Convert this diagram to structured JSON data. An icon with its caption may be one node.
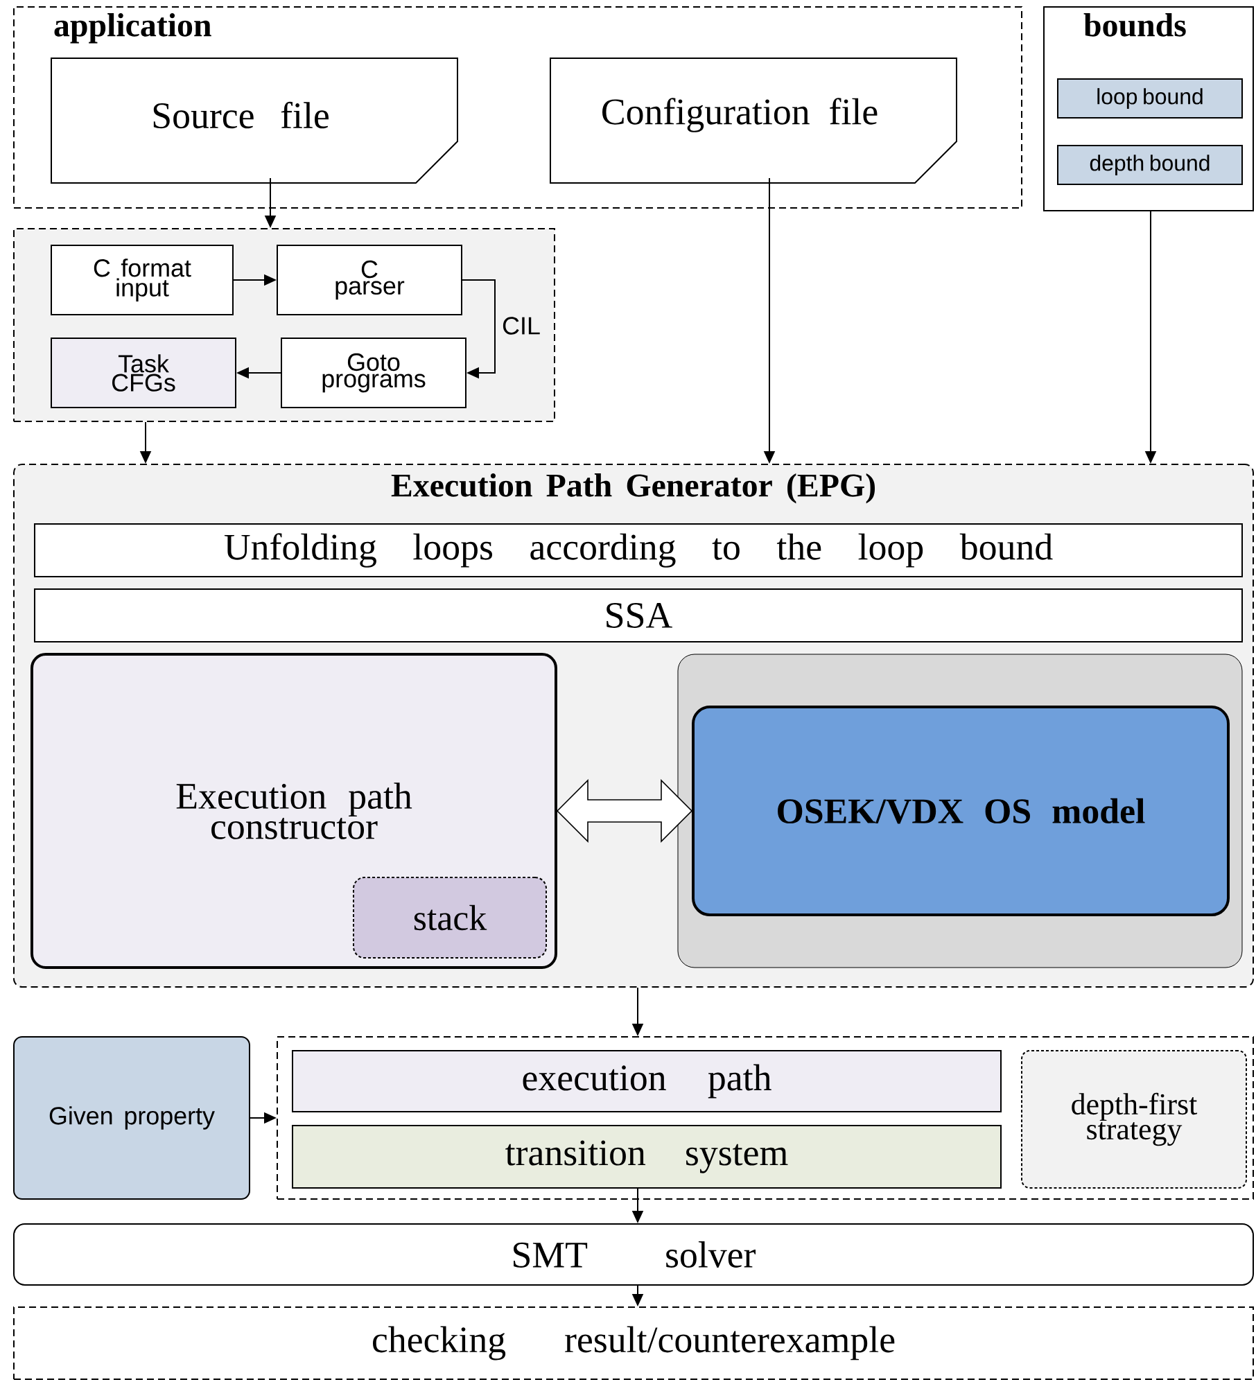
{
  "diagram": {
    "nodes": [
      {
        "text": [
          "application"
        ]
      },
      {
        "text": [
          "Source file"
        ],
        "in": 0
      },
      {
        "text": [
          "Configuration file"
        ],
        "in": 0
      },
      {
        "text": [
          "bounds"
        ]
      },
      {
        "text": [
          "loop bound"
        ],
        "in": 3
      },
      {
        "text": [
          "depth bound"
        ],
        "in": 3
      },
      {
        "text": [],
        "shape": "box"
      },
      {
        "text": [
          "C format input"
        ],
        "in": 6
      },
      {
        "text": [
          "C parser"
        ],
        "in": 6
      },
      {
        "text": [
          "Task CFGs"
        ],
        "in": 6
      },
      {
        "text": [
          "Goto programs"
        ],
        "in": 6
      },
      {
        "text": [
          "Execution Path Generator (EPG)"
        ]
      },
      {
        "text": [
          "Unfolding loops according to the loop bound"
        ],
        "in": 11
      },
      {
        "text": [
          "SSA"
        ],
        "in": 11
      },
      {
        "text": [
          "Execution path constructor"
        ],
        "in": 11
      },
      {
        "text": [
          "stack"
        ],
        "in": 14
      },
      {
        "text": [],
        "shape": "box",
        "in": 11
      },
      {
        "text": [
          "OSEK/VDX OS model"
        ],
        "in": 16
      },
      {
        "text": [
          "Given property"
        ]
      },
      {
        "text": [],
        "shape": "box"
      },
      {
        "text": [
          "execution path"
        ],
        "in": 19
      },
      {
        "text": [
          "transition system"
        ],
        "in": 19
      },
      {
        "text": [
          "depth-first strategy"
        ],
        "in": 19
      },
      {
        "text": [
          "SMT solver"
        ]
      },
      {
        "text": [
          "checking result/counterexample"
        ]
      }
    ],
    "edges": [
      {
        "from": 1,
        "to": 6,
        "arrow": "to"
      },
      {
        "from": 7,
        "to": 8,
        "arrow": "to"
      },
      {
        "from": 8,
        "to": 10,
        "arrow": "to",
        "label": "CIL"
      },
      {
        "from": 10,
        "to": 9,
        "arrow": "to"
      },
      {
        "from": 6,
        "to": 11,
        "arrow": "to"
      },
      {
        "from": 2,
        "to": 11,
        "arrow": "to"
      },
      {
        "from": 3,
        "to": 11,
        "arrow": "to"
      },
      {
        "from": 14,
        "to": 17,
        "arrow": "both"
      },
      {
        "from": 11,
        "to": 19,
        "arrow": "to"
      },
      {
        "from": 18,
        "to": 19,
        "arrow": "to"
      },
      {
        "from": 21,
        "to": 23,
        "arrow": "to"
      },
      {
        "from": 23,
        "to": 24,
        "arrow": "to"
      }
    ]
  }
}
